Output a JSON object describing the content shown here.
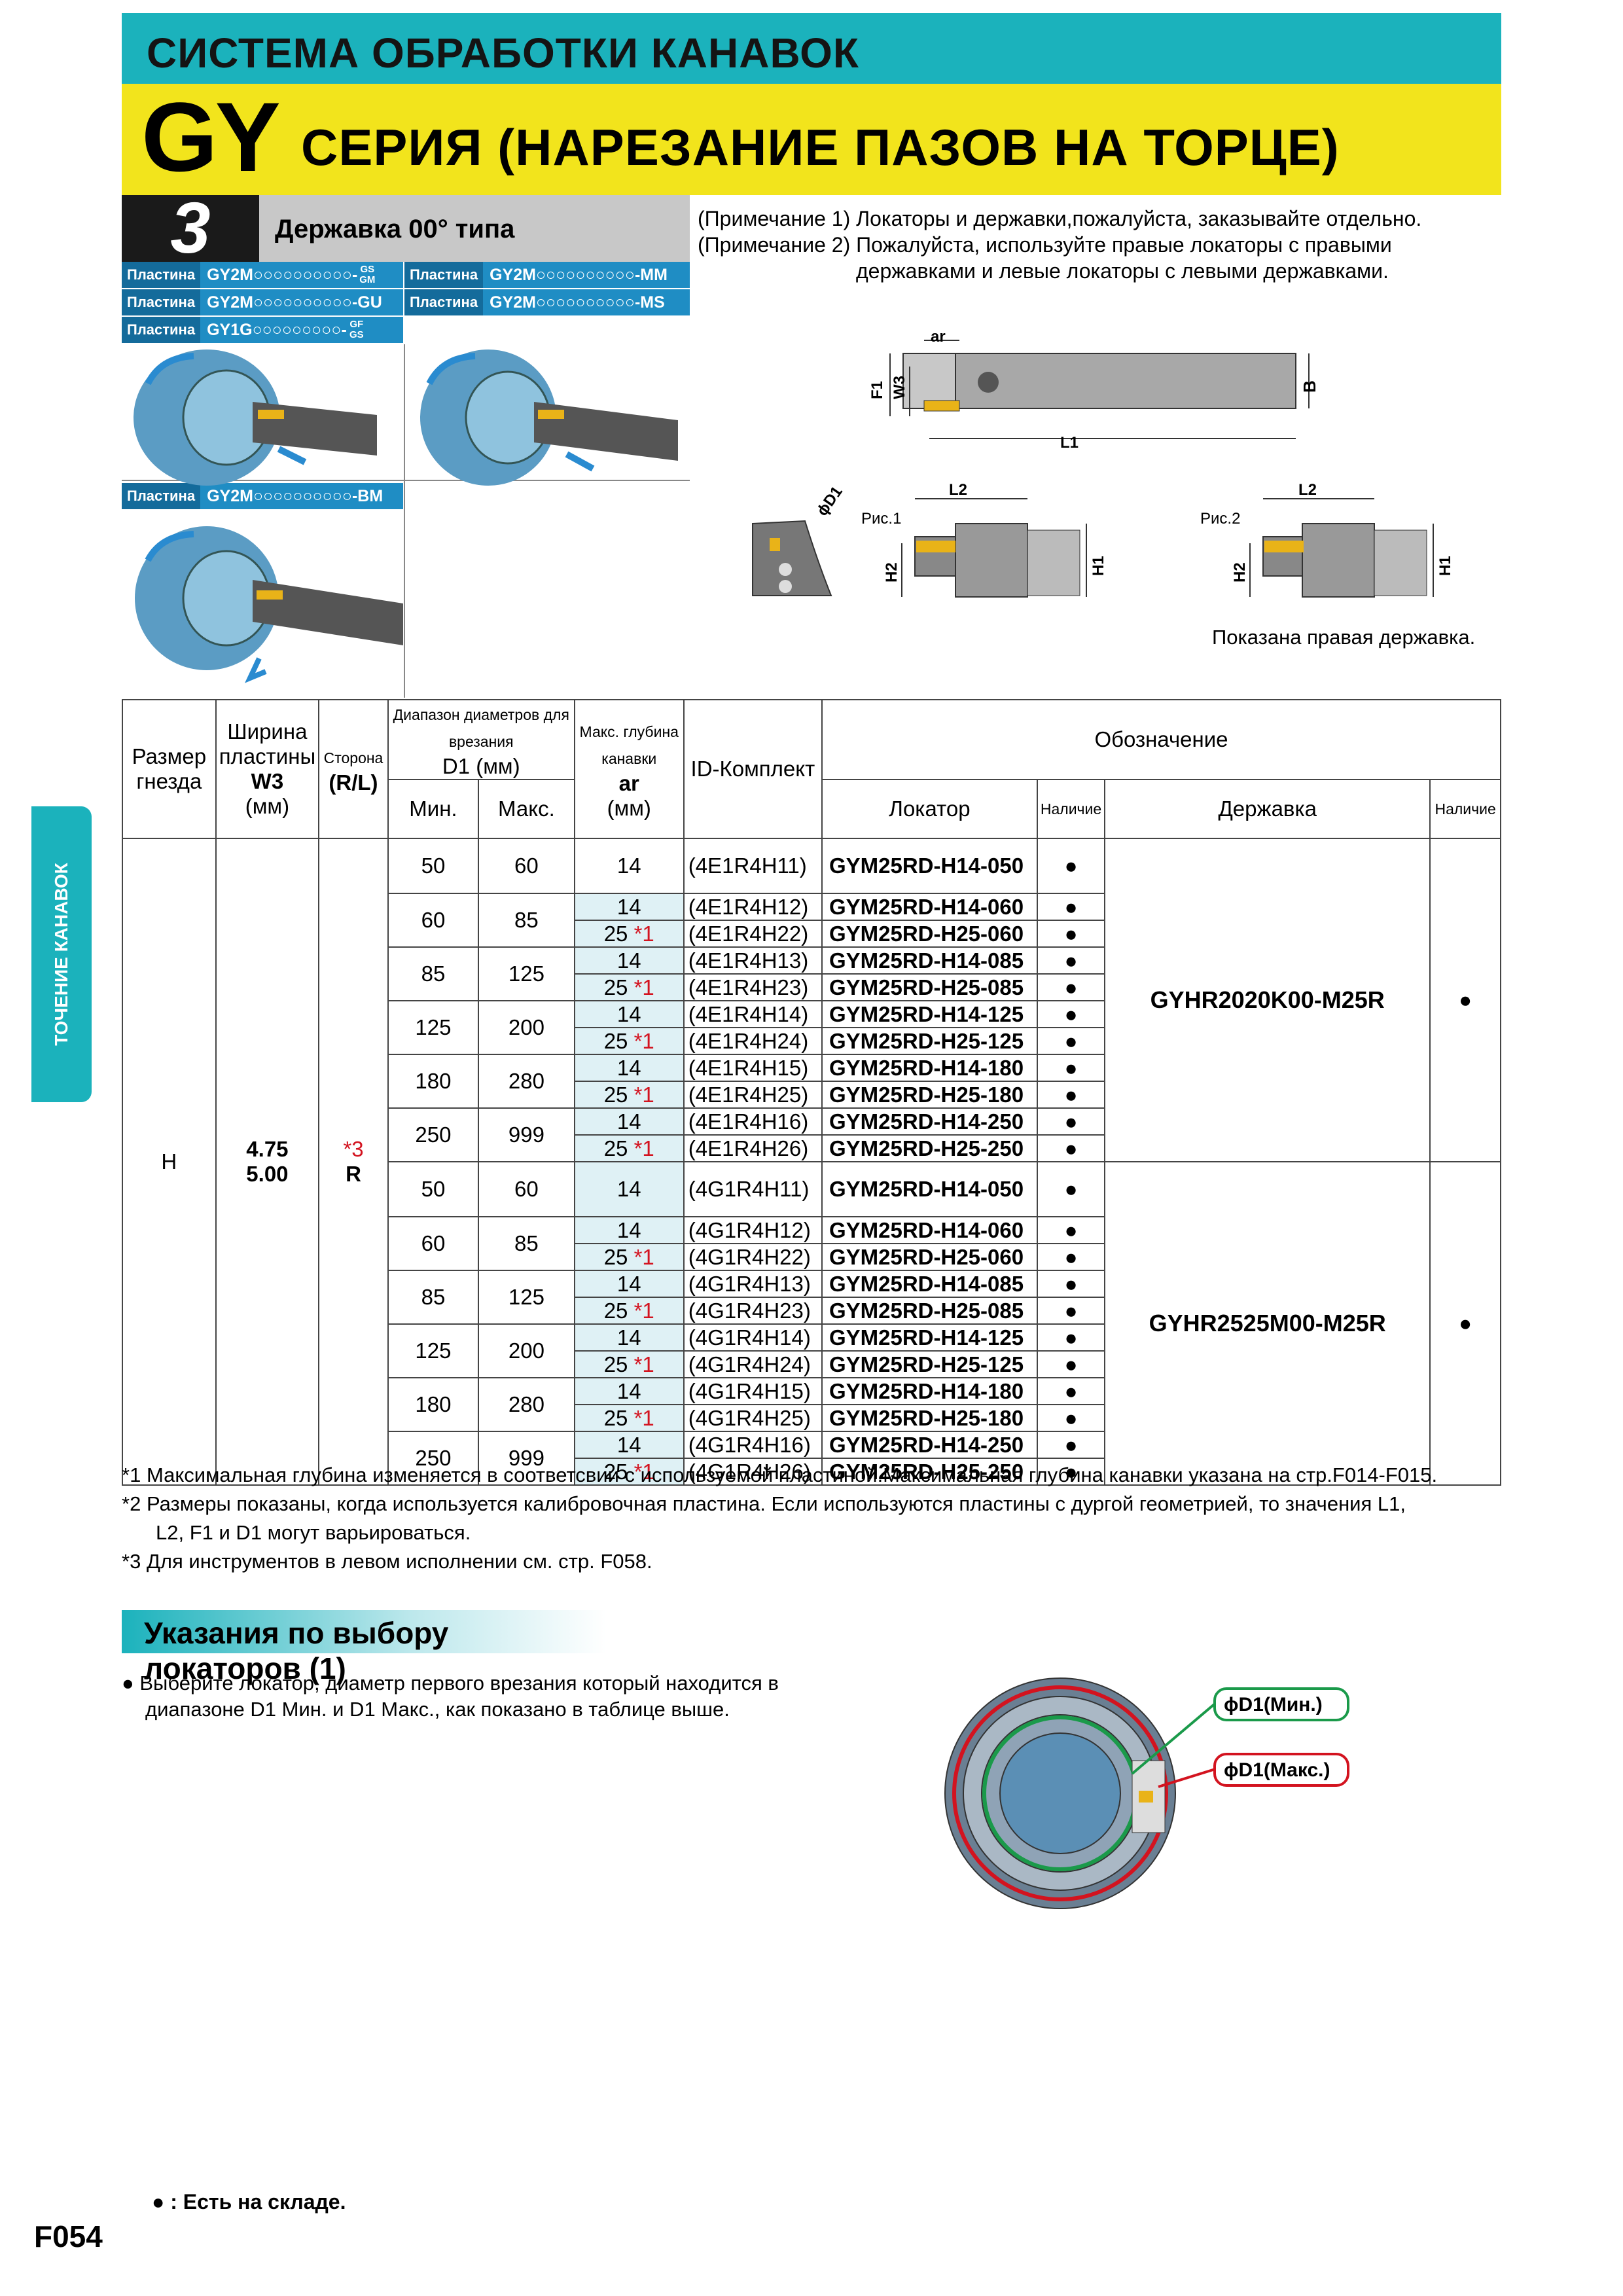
{
  "header": {
    "system": "СИСТЕМА ОБРАБОТКИ КАНАВОК",
    "series_code": "GY",
    "series_title": "СЕРИЯ (НАРЕЗАНИЕ ПАЗОВ НА ТОРЦЕ)",
    "tile_number": "3",
    "tile_title": "Державка 00° типа"
  },
  "notes": [
    {
      "label": "(Примечание 1)",
      "text": "Локаторы и державки,пожалуйста, заказывайте отдельно."
    },
    {
      "label": "(Примечание 2)",
      "text": "Пожалуйста, используйте правые локаторы с правыми",
      "text2": "державками и левые локаторы с левыми державками."
    }
  ],
  "inserts": {
    "tag": "Пластина",
    "row1a": "GY2M○○○○○○○○○○-",
    "row1a_suffix": "GS GM",
    "row1b": "GY2M○○○○○○○○○○-MM",
    "row2a": "GY2M○○○○○○○○○○-GU",
    "row2b": "GY2M○○○○○○○○○○-MS",
    "row3a": "GY1G○○○○○○○○○-",
    "row3a_suffix": "GF GS",
    "row4a": "GY2M○○○○○○○○○○-BM"
  },
  "drawing": {
    "ar": "ar",
    "f1": "F1",
    "w3": "W3",
    "b": "B",
    "l1": "L1",
    "l2": "L2",
    "h1": "H1",
    "h2": "H2",
    "d1": "ϕD1",
    "fig1": "Рис.1",
    "fig2": "Рис.2",
    "caption": "Показана правая державка."
  },
  "side_tab": "ТОЧЕНИЕ КАНАВОК",
  "table": {
    "h_size": "Размер гнезда",
    "h_width": "Ширина пластины",
    "h_w3": "W3",
    "h_mm": "(мм)",
    "h_side": "Сторона",
    "h_rl": "(R/L)",
    "h_range": "Диапазон диаметров для врезания",
    "h_d1": "D1 (мм)",
    "h_min": "Мин.",
    "h_max": "Макс.",
    "h_depth": "Макс. глубина канавки",
    "h_ar": "ar",
    "h_id": "ID-Комплект",
    "h_designation": "Обозначение",
    "h_locator": "Локатор",
    "h_avail": "Наличие",
    "h_holder": "Державка",
    "size": "H",
    "width1": "4.75",
    "width2": "5.00",
    "side_note": "*3",
    "side": "R",
    "stock_mark": "●",
    "groups": [
      {
        "holder": "GYHR2020K00-M25R",
        "rows": [
          {
            "min": "50",
            "max": "60",
            "subs": [
              {
                "ar": "14",
                "star": "",
                "id": "(4E1R4H11)",
                "loc": "GYM25RD-H14-050"
              }
            ]
          },
          {
            "min": "60",
            "max": "85",
            "subs": [
              {
                "ar": "14",
                "star": "",
                "id": "(4E1R4H12)",
                "loc": "GYM25RD-H14-060"
              },
              {
                "ar": "25",
                "star": "*1",
                "id": "(4E1R4H22)",
                "loc": "GYM25RD-H25-060"
              }
            ]
          },
          {
            "min": "85",
            "max": "125",
            "subs": [
              {
                "ar": "14",
                "star": "",
                "id": "(4E1R4H13)",
                "loc": "GYM25RD-H14-085"
              },
              {
                "ar": "25",
                "star": "*1",
                "id": "(4E1R4H23)",
                "loc": "GYM25RD-H25-085"
              }
            ]
          },
          {
            "min": "125",
            "max": "200",
            "subs": [
              {
                "ar": "14",
                "star": "",
                "id": "(4E1R4H14)",
                "loc": "GYM25RD-H14-125"
              },
              {
                "ar": "25",
                "star": "*1",
                "id": "(4E1R4H24)",
                "loc": "GYM25RD-H25-125"
              }
            ]
          },
          {
            "min": "180",
            "max": "280",
            "subs": [
              {
                "ar": "14",
                "star": "",
                "id": "(4E1R4H15)",
                "loc": "GYM25RD-H14-180"
              },
              {
                "ar": "25",
                "star": "*1",
                "id": "(4E1R4H25)",
                "loc": "GYM25RD-H25-180"
              }
            ]
          },
          {
            "min": "250",
            "max": "999",
            "subs": [
              {
                "ar": "14",
                "star": "",
                "id": "(4E1R4H16)",
                "loc": "GYM25RD-H14-250"
              },
              {
                "ar": "25",
                "star": "*1",
                "id": "(4E1R4H26)",
                "loc": "GYM25RD-H25-250"
              }
            ]
          }
        ]
      },
      {
        "holder": "GYHR2525M00-M25R",
        "rows": [
          {
            "min": "50",
            "max": "60",
            "subs": [
              {
                "ar": "14",
                "star": "",
                "id": "(4G1R4H11)",
                "loc": "GYM25RD-H14-050"
              }
            ]
          },
          {
            "min": "60",
            "max": "85",
            "subs": [
              {
                "ar": "14",
                "star": "",
                "id": "(4G1R4H12)",
                "loc": "GYM25RD-H14-060"
              },
              {
                "ar": "25",
                "star": "*1",
                "id": "(4G1R4H22)",
                "loc": "GYM25RD-H25-060"
              }
            ]
          },
          {
            "min": "85",
            "max": "125",
            "subs": [
              {
                "ar": "14",
                "star": "",
                "id": "(4G1R4H13)",
                "loc": "GYM25RD-H14-085"
              },
              {
                "ar": "25",
                "star": "*1",
                "id": "(4G1R4H23)",
                "loc": "GYM25RD-H25-085"
              }
            ]
          },
          {
            "min": "125",
            "max": "200",
            "subs": [
              {
                "ar": "14",
                "star": "",
                "id": "(4G1R4H14)",
                "loc": "GYM25RD-H14-125"
              },
              {
                "ar": "25",
                "star": "*1",
                "id": "(4G1R4H24)",
                "loc": "GYM25RD-H25-125"
              }
            ]
          },
          {
            "min": "180",
            "max": "280",
            "subs": [
              {
                "ar": "14",
                "star": "",
                "id": "(4G1R4H15)",
                "loc": "GYM25RD-H14-180"
              },
              {
                "ar": "25",
                "star": "*1",
                "id": "(4G1R4H25)",
                "loc": "GYM25RD-H25-180"
              }
            ]
          },
          {
            "min": "250",
            "max": "999",
            "subs": [
              {
                "ar": "14",
                "star": "",
                "id": "(4G1R4H16)",
                "loc": "GYM25RD-H14-250"
              },
              {
                "ar": "25",
                "star": "*1",
                "id": "(4G1R4H26)",
                "loc": "GYM25RD-H25-250"
              }
            ]
          }
        ]
      }
    ]
  },
  "footnotes": [
    {
      "mark": "*1",
      "text": "Максимальная глубина изменяется в соответсвии с используемой пластиной.Максимальная глубина канавки указана на стр.F014-F015."
    },
    {
      "mark": "*2",
      "text": "Размеры показаны, когда используется калибровочная пластина. Если используются пластины с дургой геометрией, то значения L1,",
      "text2": "L2, F1 и D1 могут варьироваться."
    },
    {
      "mark": "*3",
      "text": "Для инструментов в левом исполнении см. стр. F058."
    }
  ],
  "section": {
    "title": "Указания по выбору локаторов (1)",
    "bullet1": "Выберите локатор, диаметр первого врезания который находится в",
    "bullet2": "диапазоне D1 Мин. и D1 Макс., как показано в таблице выше.",
    "label_min": "ϕD1(Мин.)",
    "label_max": "ϕD1(Макс.)",
    "color_min": "#1a9a4a",
    "color_max": "#d3131f"
  },
  "legend": {
    "mark": "●",
    "text": ": Есть на складе."
  },
  "page_number": "F054"
}
